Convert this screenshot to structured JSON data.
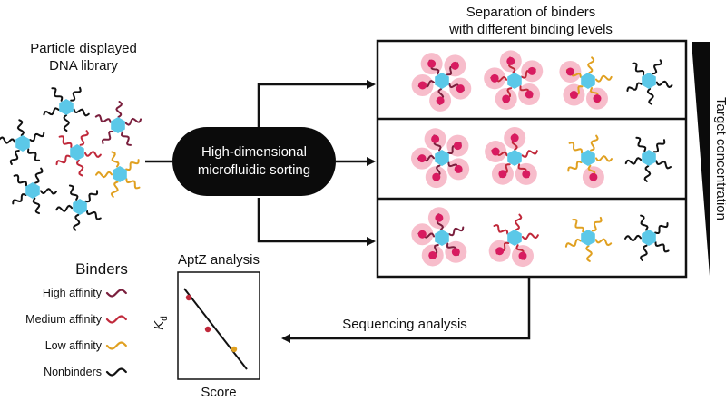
{
  "library": {
    "title_line1": "Particle displayed",
    "title_line2": "DNA library"
  },
  "sorter": {
    "line1": "High-dimensional",
    "line2": "microfluidic sorting"
  },
  "separation": {
    "title_line1": "Separation of binders",
    "title_line2": "with different binding levels"
  },
  "gradient": {
    "label": "Target concentration"
  },
  "legend": {
    "title": "Binders",
    "items": [
      {
        "label": "High affinity",
        "color": "#7a1f3d"
      },
      {
        "label": "Medium affinity",
        "color": "#c0283a"
      },
      {
        "label": "Low affinity",
        "color": "#e0a020"
      },
      {
        "label": "Nonbinders",
        "color": "#111111"
      }
    ]
  },
  "aptz": {
    "title": "AptZ analysis",
    "xlabel": "Score",
    "ylabel": "K",
    "ylabel_sub": "d"
  },
  "sequencing": {
    "label": "Sequencing analysis"
  },
  "colors": {
    "particle": "#5bc8e8",
    "target_halo": "#f4a7b9",
    "target_core": "#d81b60"
  }
}
